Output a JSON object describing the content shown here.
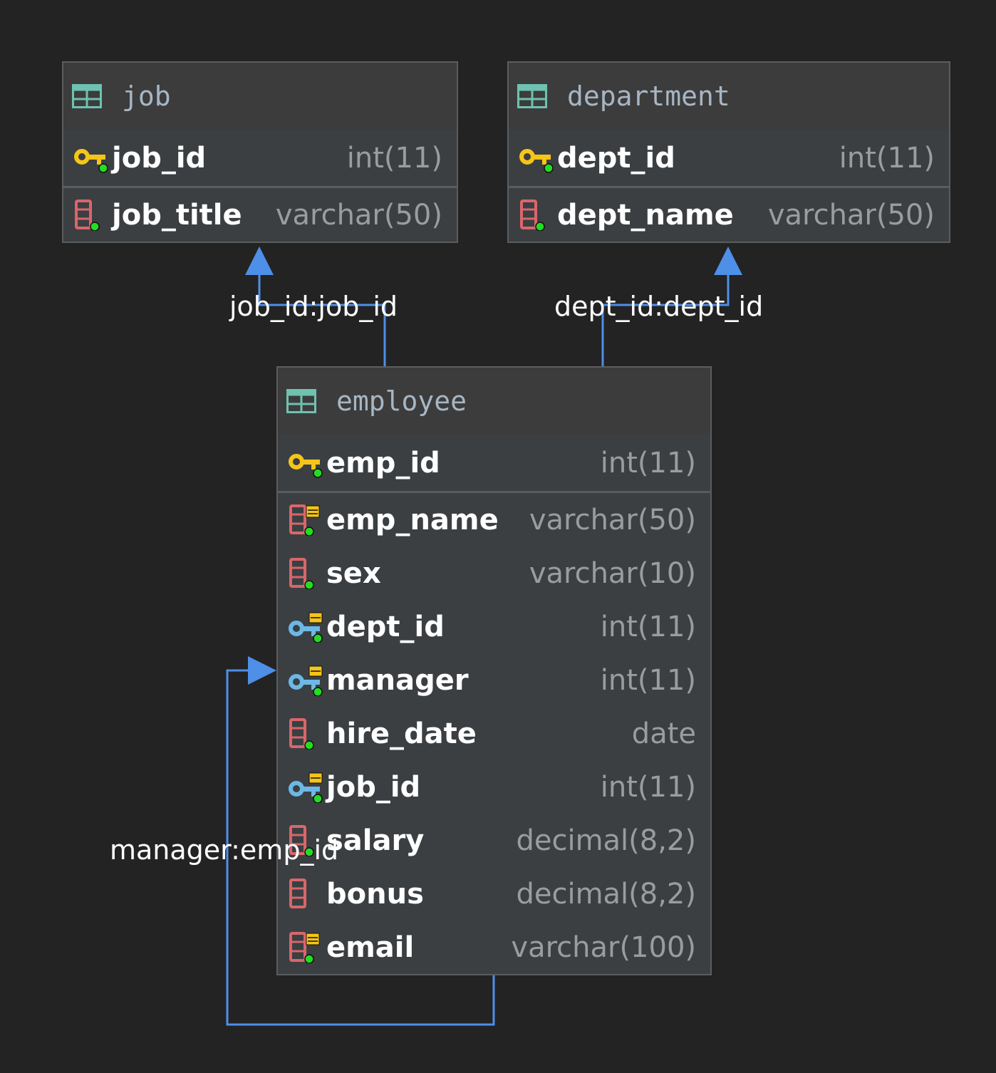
{
  "tables": {
    "job": {
      "name": "job",
      "primary_columns": [
        {
          "name": "job_id",
          "type": "int(11)",
          "icon": "primary-key-icon"
        }
      ],
      "columns": [
        {
          "name": "job_title",
          "type": "varchar(50)",
          "icon": "column-icon"
        }
      ]
    },
    "department": {
      "name": "department",
      "primary_columns": [
        {
          "name": "dept_id",
          "type": "int(11)",
          "icon": "primary-key-icon"
        }
      ],
      "columns": [
        {
          "name": "dept_name",
          "type": "varchar(50)",
          "icon": "column-icon"
        }
      ]
    },
    "employee": {
      "name": "employee",
      "primary_columns": [
        {
          "name": "emp_id",
          "type": "int(11)",
          "icon": "primary-key-icon"
        }
      ],
      "columns": [
        {
          "name": "emp_name",
          "type": "varchar(50)",
          "icon": "indexed-column-icon"
        },
        {
          "name": "sex",
          "type": "varchar(10)",
          "icon": "column-icon"
        },
        {
          "name": "dept_id",
          "type": "int(11)",
          "icon": "foreign-key-icon"
        },
        {
          "name": "manager",
          "type": "int(11)",
          "icon": "foreign-key-icon"
        },
        {
          "name": "hire_date",
          "type": "date",
          "icon": "column-icon"
        },
        {
          "name": "job_id",
          "type": "int(11)",
          "icon": "foreign-key-icon"
        },
        {
          "name": "salary",
          "type": "decimal(8,2)",
          "icon": "column-icon"
        },
        {
          "name": "bonus",
          "type": "decimal(8,2)",
          "icon": "column-icon-nullable"
        },
        {
          "name": "email",
          "type": "varchar(100)",
          "icon": "indexed-column-icon"
        }
      ]
    }
  },
  "relations": [
    {
      "label": "job_id:job_id",
      "from": "employee",
      "to": "job"
    },
    {
      "label": "dept_id:dept_id",
      "from": "employee",
      "to": "department"
    },
    {
      "label": "manager:emp_id",
      "from": "employee",
      "to": "employee"
    }
  ],
  "colors": {
    "background": "#232323",
    "connector": "#4e8fe8",
    "primary_key": "#f5c518",
    "foreign_key": "#6cb8e6",
    "column": "#d9666b",
    "table_icon": "#6fc2b0",
    "not_null_dot": "#22dd22"
  }
}
